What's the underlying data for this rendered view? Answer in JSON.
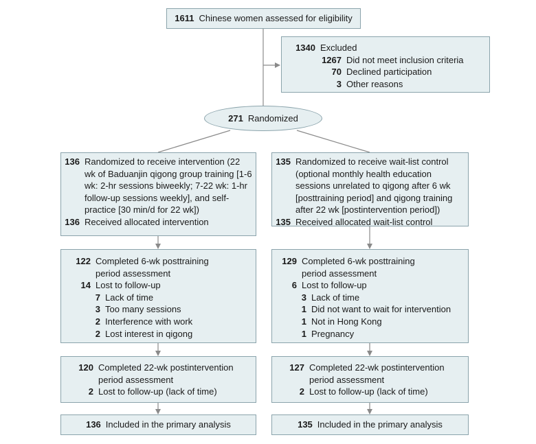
{
  "assessed": {
    "count": "1611",
    "label": "Chinese women assessed for eligibility"
  },
  "excluded": {
    "count": "1340",
    "label": "Excluded",
    "reasons": [
      {
        "count": "1267",
        "label": "Did not meet inclusion criteria"
      },
      {
        "count": "70",
        "label": "Declined participation"
      },
      {
        "count": "3",
        "label": "Other reasons"
      }
    ]
  },
  "randomized": {
    "count": "271",
    "label": "Randomized"
  },
  "intervention": {
    "allocation": {
      "count": "136",
      "label": "Randomized to receive intervention (22 wk of Baduanjin qigong group training [1-6 wk: 2-hr sessions biweekly; 7-22 wk: 1-hr follow-up sessions weekly], and self-practice [30 min/d for 22 wk])",
      "received_count": "136",
      "received_label": "Received allocated intervention"
    },
    "posttraining": {
      "count": "122",
      "label": "Completed 6-wk posttraining period assessment",
      "lost_count": "14",
      "lost_label": "Lost to follow-up",
      "reasons": [
        {
          "count": "7",
          "label": "Lack of time"
        },
        {
          "count": "3",
          "label": "Too many sessions"
        },
        {
          "count": "2",
          "label": "Interference with work"
        },
        {
          "count": "2",
          "label": "Lost interest in qigong"
        }
      ]
    },
    "postintervention": {
      "count": "120",
      "label": "Completed 22-wk postintervention period assessment",
      "lost_count": "2",
      "lost_label": "Lost to follow-up (lack of time)"
    },
    "analysis": {
      "count": "136",
      "label": "Included in the primary analysis"
    }
  },
  "control": {
    "allocation": {
      "count": "135",
      "label": "Randomized to receive wait-list control (optional monthly health education sessions unrelated to qigong after 6 wk [posttraining period] and qigong training after 22 wk [postintervention period])",
      "received_count": "135",
      "received_label": "Received allocated wait-list control"
    },
    "posttraining": {
      "count": "129",
      "label": "Completed 6-wk posttraining period assessment",
      "lost_count": "6",
      "lost_label": "Lost to follow-up",
      "reasons": [
        {
          "count": "3",
          "label": "Lack of time"
        },
        {
          "count": "1",
          "label": "Did not want to wait for intervention"
        },
        {
          "count": "1",
          "label": "Not in Hong Kong"
        },
        {
          "count": "1",
          "label": "Pregnancy"
        }
      ]
    },
    "postintervention": {
      "count": "127",
      "label": "Completed 22-wk postintervention period assessment",
      "lost_count": "2",
      "lost_label": "Lost to follow-up (lack of time)"
    },
    "analysis": {
      "count": "135",
      "label": "Included in the primary analysis"
    }
  }
}
